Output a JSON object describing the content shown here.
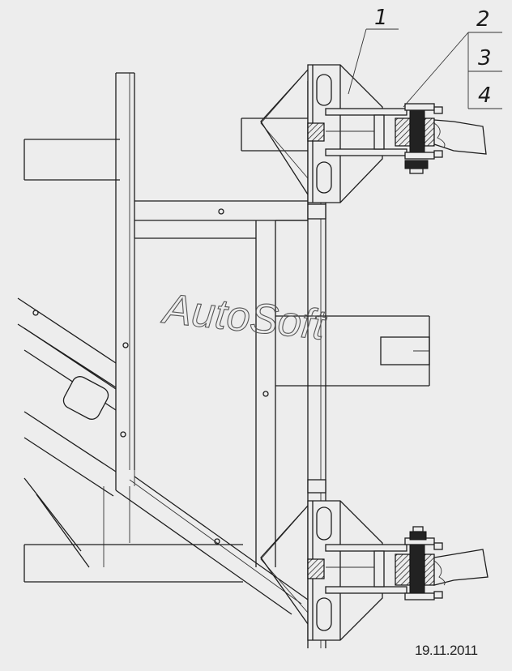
{
  "callouts": [
    {
      "id": "1",
      "label": "1"
    },
    {
      "id": "2",
      "label": "2"
    },
    {
      "id": "3",
      "label": "3"
    },
    {
      "id": "4",
      "label": "4"
    }
  ],
  "watermark": "AutoSoft",
  "date": "19.11.2011",
  "colors": {
    "background": "#ededed",
    "line": "#1e1e1e"
  }
}
